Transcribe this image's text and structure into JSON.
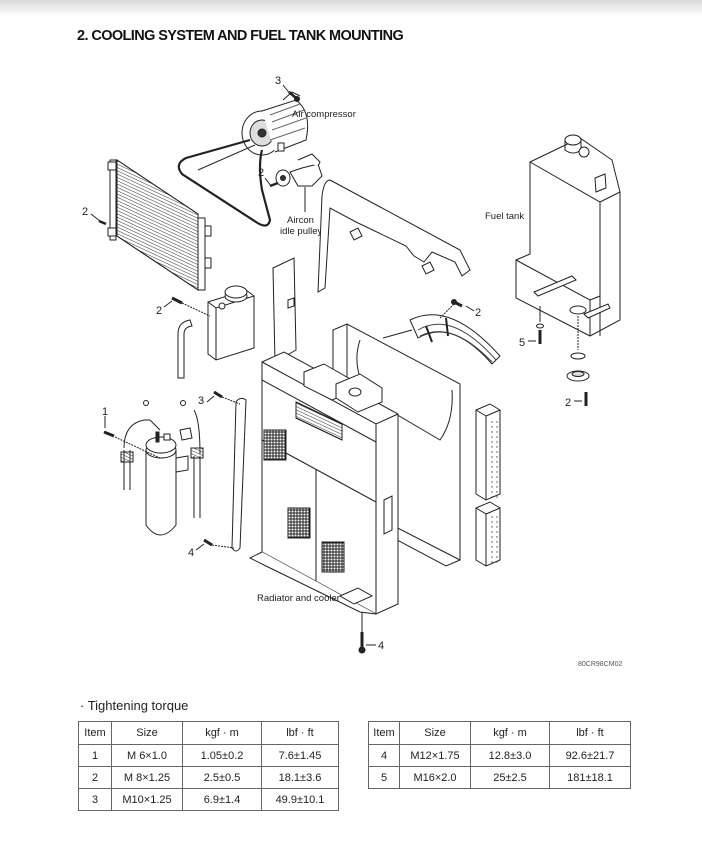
{
  "page": {
    "title": "2. COOLING SYSTEM AND FUEL TANK MOUNTING",
    "figure_code": "80CR98CM02"
  },
  "diagram": {
    "component_labels": {
      "air_compressor": "Air compressor",
      "aircon_idle_pulley_line1": "Aircon",
      "aircon_idle_pulley_line2": "idle pulley",
      "fuel_tank": "Fuel tank",
      "radiator_and_cooler": "Radiator and cooler"
    },
    "callouts": {
      "compressor_bolt": "3",
      "pulley_bolt": "2",
      "condenser_bolt": "2",
      "reservoir_bolt": "2",
      "receiver_dryer_bolt": "1",
      "bracket_top_bolt": "3",
      "bracket_bottom_bolt": "4",
      "shroud_bolt": "2",
      "tank_mount_bolt": "5",
      "tank_drain_bolt": "2",
      "radiator_mount_bolt": "4"
    }
  },
  "torque": {
    "heading": "· Tightening torque",
    "columns": [
      "Item",
      "Size",
      "kgf · m",
      "lbf · ft"
    ],
    "table_left": [
      {
        "item": "1",
        "size": "M  6×1.0",
        "kgf_m": "1.05±0.2",
        "lbf_ft": "7.6±1.45"
      },
      {
        "item": "2",
        "size": "M  8×1.25",
        "kgf_m": "2.5±0.5",
        "lbf_ft": "18.1±3.6"
      },
      {
        "item": "3",
        "size": "M10×1.25",
        "kgf_m": "6.9±1.4",
        "lbf_ft": "49.9±10.1"
      }
    ],
    "table_right": [
      {
        "item": "4",
        "size": "M12×1.75",
        "kgf_m": "12.8±3.0",
        "lbf_ft": "92.6±21.7"
      },
      {
        "item": "5",
        "size": "M16×2.0",
        "kgf_m": "25±2.5",
        "lbf_ft": "181±18.1"
      }
    ]
  }
}
